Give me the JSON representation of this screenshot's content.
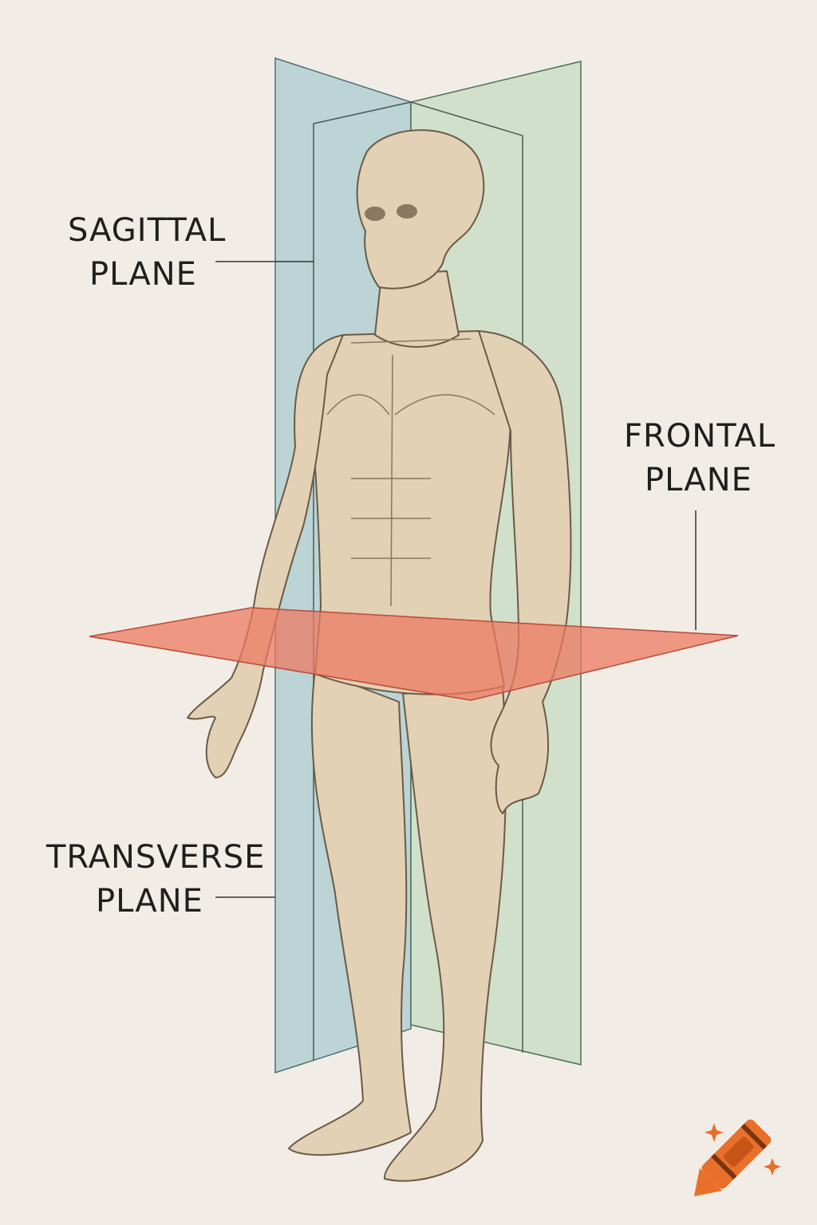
{
  "labels": {
    "sagittal": [
      "SAGITTAL",
      "PLANE"
    ],
    "frontal": [
      "FRONTAL",
      "PLANE"
    ],
    "transverse": [
      "TRANSVERSE",
      "PLANE"
    ]
  },
  "colors": {
    "background": "#f1ede6",
    "sagittal_plane": "#a9cbcf",
    "frontal_plane": "#c6dbc0",
    "transverse_plane": "#ec7a62",
    "figure_fill": "#e2d1b4",
    "figure_stroke": "#6b5a45",
    "logo": "#e8702a"
  },
  "icons": {
    "logo": "crayon-logo-icon"
  }
}
